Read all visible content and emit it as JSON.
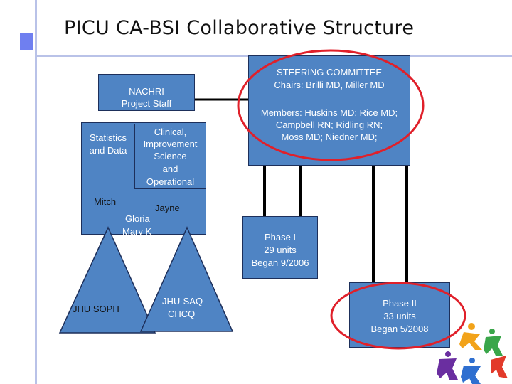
{
  "slide": {
    "title": "PICU CA-BSI Collaborative Structure"
  },
  "nachri": {
    "name": "NACHRI",
    "role": "Project Staff",
    "statistics_line1": "Statistics",
    "statistics_line2": "and Data",
    "clinical_lines": [
      "Clinical,",
      "Improvement",
      "Science",
      "and",
      "Operational"
    ],
    "person_mitch": "Mitch",
    "person_jayne": "Jayne",
    "person_gloria": "Gloria",
    "person_mary": "Mary K"
  },
  "partners": {
    "left_label": "JHU SOPH",
    "right_line1": "JHU-SAQ",
    "right_line2": "CHCQ"
  },
  "steering": {
    "title": "STEERING COMMITTEE",
    "chairs_label": "Chairs:",
    "chairs": "Brilli MD, Miller MD",
    "members_label": "Members:",
    "members_line1": "Huskins MD; Rice MD;",
    "members_line2": "Campbell RN; Ridling RN;",
    "members_line3": "Moss MD; Niedner MD;"
  },
  "phase1": {
    "name": "Phase I",
    "units": "29 units",
    "began": "Began 9/2006"
  },
  "phase2": {
    "name": "Phase II",
    "units": "33 units",
    "began": "Began 5/2008"
  },
  "colors": {
    "box_fill": "#4f84c4",
    "box_border": "#1d2f5a",
    "highlight_ellipse": "#e0202a",
    "accent_bar": "#b9c2e8",
    "accent_tab": "#6f7ff0"
  }
}
